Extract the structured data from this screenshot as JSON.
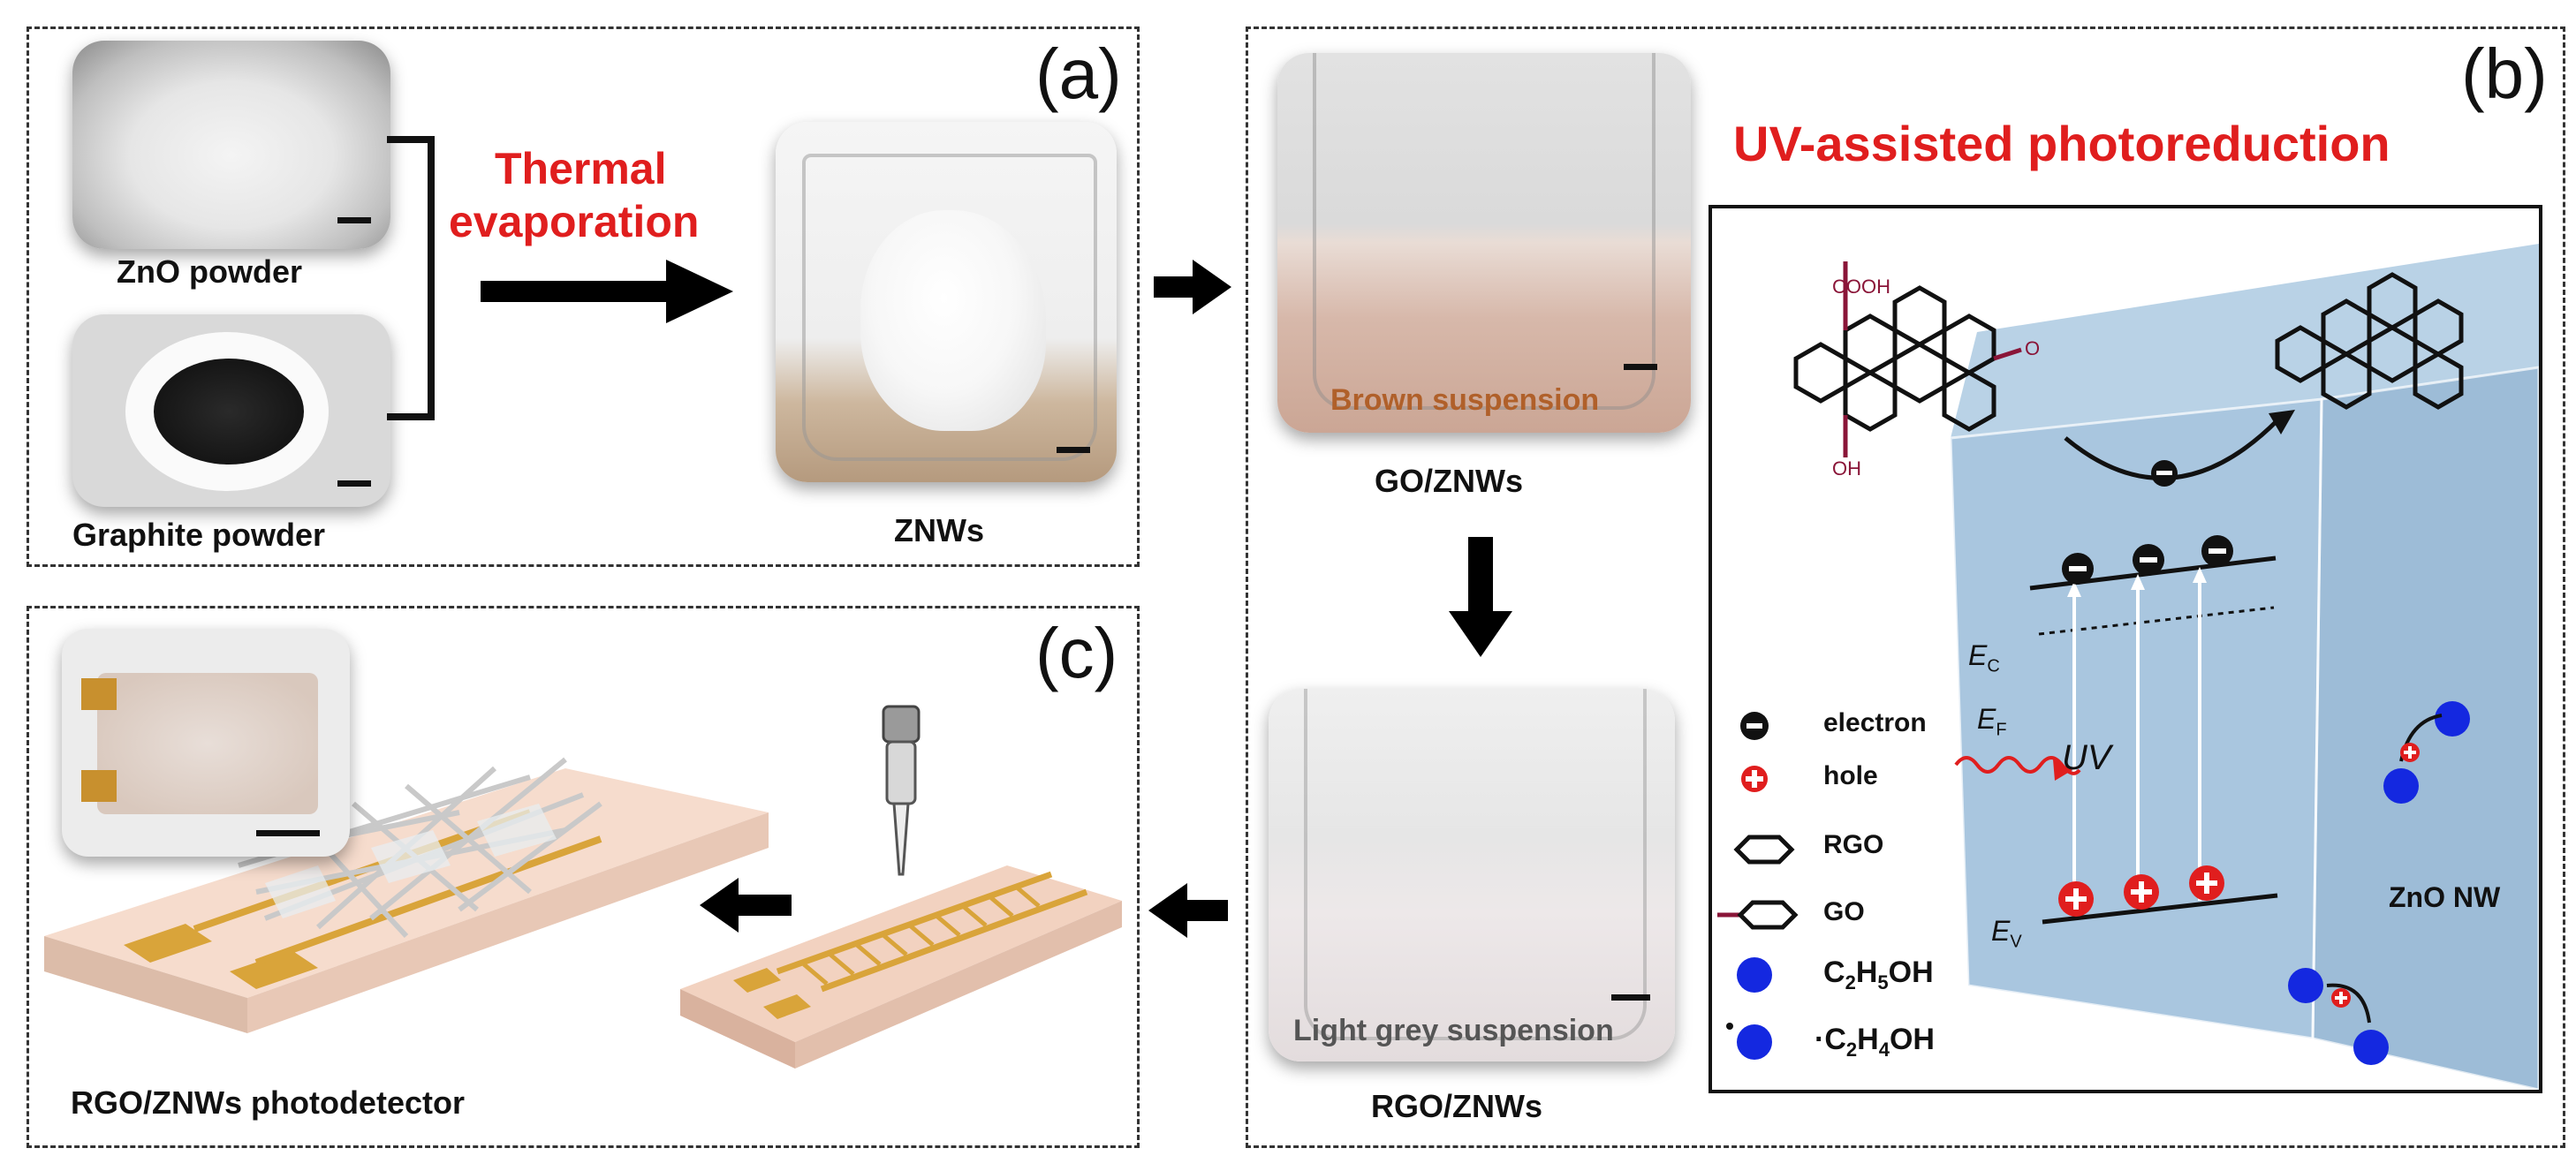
{
  "panels": {
    "a": "(a)",
    "b": "(b)",
    "c": "(c)"
  },
  "panel_a": {
    "zno_caption": "ZnO powder",
    "graphite_caption": "Graphite powder",
    "process_line1": "Thermal",
    "process_line2": "evaporation",
    "znws_caption": "ZNWs"
  },
  "panel_b": {
    "title": "UV-assisted photoreduction",
    "brown_label": "Brown suspension",
    "go_znws_caption": "GO/ZNWs",
    "grey_label": "Light grey suspension",
    "rgo_znws_caption": "RGO/ZNWs",
    "schematic": {
      "cooh": "COOH",
      "oh": "OH",
      "o": "O",
      "ec_main": "E",
      "ec_sub": "C",
      "ef_main": "E",
      "ef_sub": "F",
      "ev_main": "E",
      "ev_sub": "V",
      "uv": "UV",
      "zno_nw": "ZnO NW",
      "legend": {
        "electron": "electron",
        "hole": "hole",
        "rgo": "RGO",
        "go": "GO",
        "ethanol_pre": "C",
        "ethanol_h": "H",
        "ethanol_post": "OH",
        "ethanol_sub1": "2",
        "ethanol_sub2": "5",
        "radical_pre": "·C",
        "radical_h": "H",
        "radical_post": "OH",
        "radical_sub1": "2",
        "radical_sub2": "4"
      }
    },
    "colors": {
      "nanowire": "#a9c6df",
      "accent_red": "#e01e1e",
      "ethanol_blue": "#1428e0",
      "go_group": "#8a1538"
    }
  },
  "panel_c": {
    "caption": "RGO/ZNWs photodetector"
  }
}
